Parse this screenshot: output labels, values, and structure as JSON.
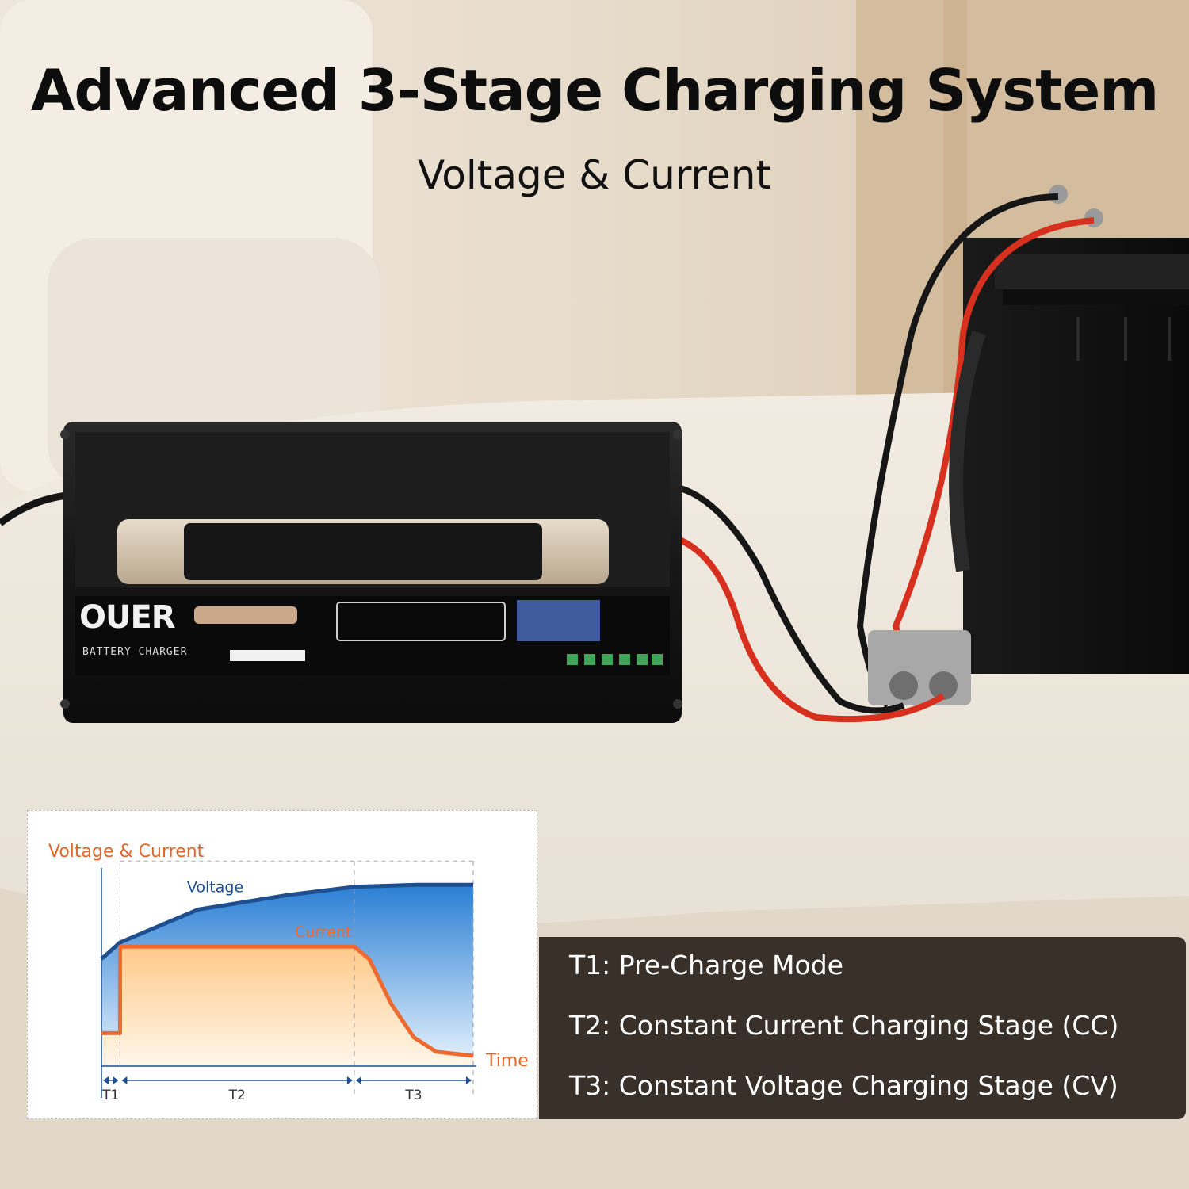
{
  "headline": "Advanced 3-Stage Charging System",
  "subline": "Voltage & Current",
  "product": {
    "brand": "OUER",
    "label": "BATTERY CHARGER"
  },
  "stages": [
    {
      "label": "T1: Pre-Charge Mode"
    },
    {
      "label": "T2: Constant Current Charging Stage (CC)"
    },
    {
      "label": "T3: Constant Voltage Charging Stage (CV)"
    }
  ],
  "colors": {
    "voltage": "#1d4f91",
    "voltage_fill_top": "#1f78d1",
    "current": "#ef6a2e",
    "current_fill": "#ffd7a0",
    "axis": "#1d4f91",
    "ylabel": "#e0662a"
  },
  "chart_data": {
    "type": "line",
    "ylabel": "Voltage & Current",
    "xlabel": "Time",
    "grid": false,
    "x": [
      0,
      0.05,
      0.26,
      0.68,
      1.0
    ],
    "xlim": [
      0,
      1.0
    ],
    "ylim": [
      0,
      1.0
    ],
    "phases": [
      {
        "name": "T1",
        "from": 0,
        "to": 0.05
      },
      {
        "name": "T2",
        "from": 0.05,
        "to": 0.68
      },
      {
        "name": "T3",
        "from": 0.68,
        "to": 1.0
      }
    ],
    "series": [
      {
        "name": "Voltage",
        "points": [
          [
            0,
            0.52
          ],
          [
            0.05,
            0.6
          ],
          [
            0.26,
            0.76
          ],
          [
            0.5,
            0.83
          ],
          [
            0.68,
            0.87
          ],
          [
            0.85,
            0.88
          ],
          [
            1.0,
            0.88
          ]
        ]
      },
      {
        "name": "Current",
        "points": [
          [
            0,
            0.16
          ],
          [
            0.05,
            0.16
          ],
          [
            0.05,
            0.58
          ],
          [
            0.68,
            0.58
          ],
          [
            0.72,
            0.52
          ],
          [
            0.78,
            0.3
          ],
          [
            0.84,
            0.14
          ],
          [
            0.9,
            0.07
          ],
          [
            1.0,
            0.05
          ]
        ]
      }
    ]
  }
}
